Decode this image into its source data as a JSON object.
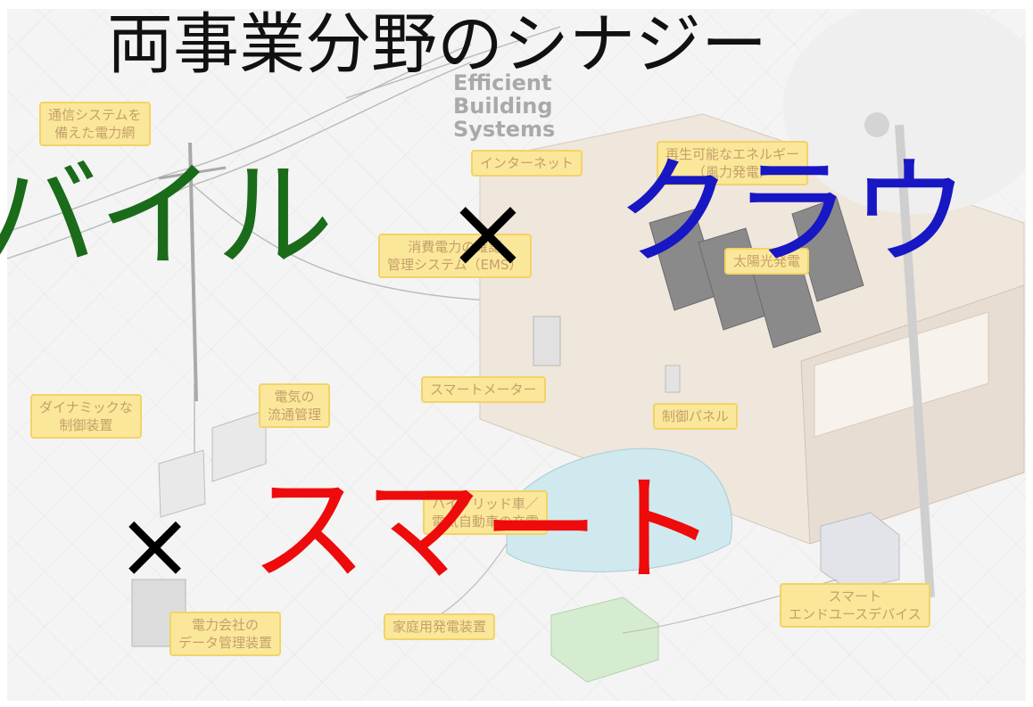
{
  "title": "両事業分野のシナジー",
  "headline": {
    "mobile": "バイル",
    "times_1": "×",
    "cloud": "クラウ",
    "times_2": "×",
    "smart": "スマート"
  },
  "diagram": {
    "brand_lines": [
      "Efficient",
      "Building",
      "Systems"
    ],
    "labels": {
      "comm_grid": "通信システムを\n備えた電力網",
      "internet": "インターネット",
      "renewable": "再生可能なエネルギー\n（風力発電）",
      "ems": "消費電力の確認\n管理システム（EMS）",
      "solar": "太陽光発電",
      "smart_meter": "スマートメーター",
      "dynamic_control": "ダイナミックな\n制御装置",
      "distribution": "電気の\n流通管理",
      "control_panel": "制御パネル",
      "hybrid": "ハイブリッド車／\n電気自動車の充電",
      "data_mgmt": "電力会社の\nデータ管理装置",
      "home_gen": "家庭用発電装置",
      "end_use": "スマート\nエンドユースデバイス"
    }
  },
  "colors": {
    "title": "#111111",
    "mobile": "#1a6b1a",
    "cloud": "#1717c4",
    "smart": "#ee0b0b",
    "times": "#000000",
    "label_fill": "#fbe79a",
    "label_text": "#c4a06a"
  }
}
